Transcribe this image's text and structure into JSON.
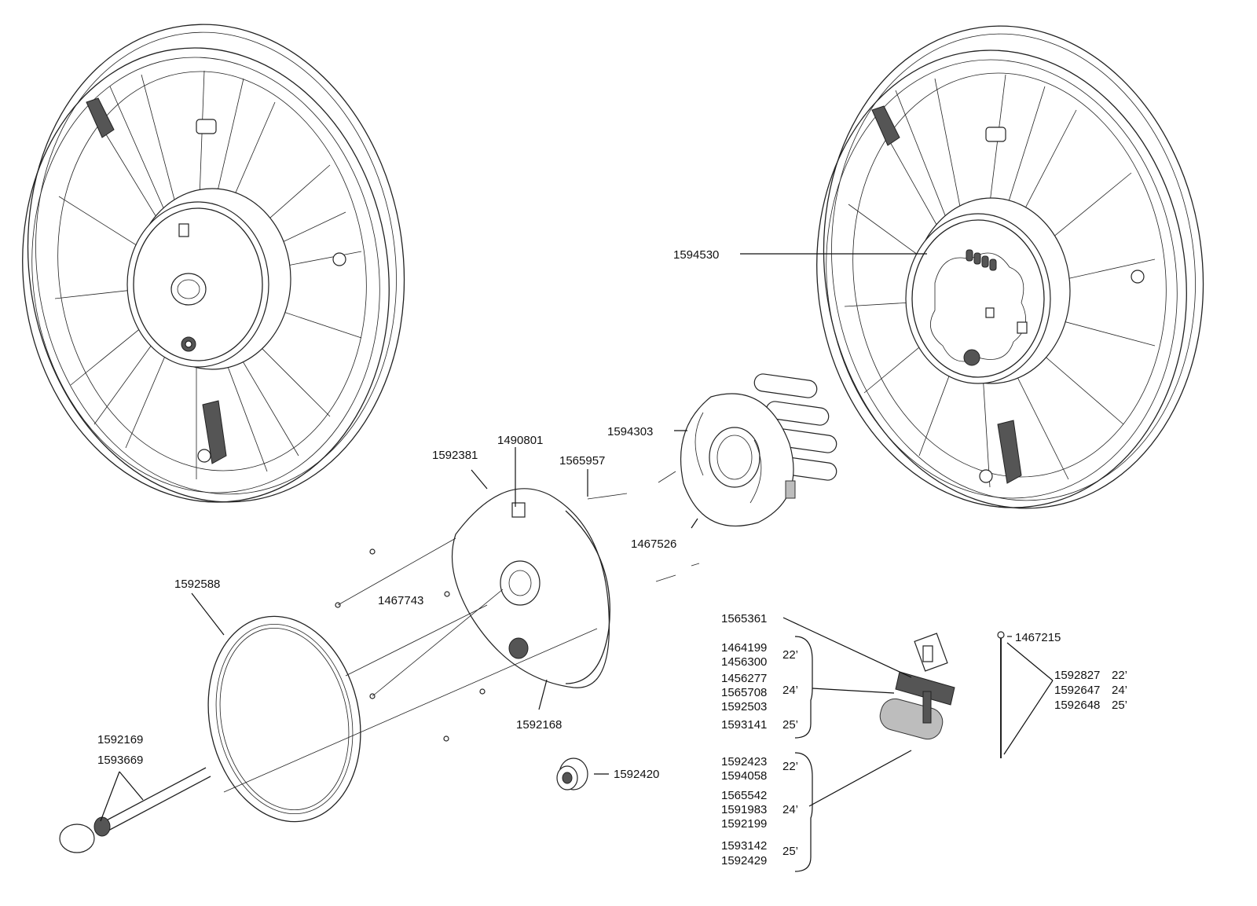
{
  "labels": {
    "p1594530": "1594530",
    "p1594303": "1594303",
    "p1490801": "1490801",
    "p1592381": "1592381",
    "p1565957": "1565957",
    "p1467526": "1467526",
    "p1467743": "1467743",
    "p1592588": "1592588",
    "p1592168": "1592168",
    "p1592169": "1592169",
    "p1593669": "1593669",
    "p1592420": "1592420",
    "p1565361": "1565361",
    "p1467215": "1467215"
  },
  "valve_group": {
    "s22": {
      "parts": [
        "1464199",
        "1456300"
      ],
      "size": "22’"
    },
    "s24": {
      "parts": [
        "1456277",
        "1565708",
        "1592503"
      ],
      "size": "24’"
    },
    "s25": {
      "parts": [
        "1593141"
      ],
      "size": "25’"
    }
  },
  "rim_group": {
    "s22": {
      "parts": [
        "1592423",
        "1594058"
      ],
      "size": "22’"
    },
    "s24": {
      "parts": [
        "1565542",
        "1591983",
        "1592199"
      ],
      "size": "24’"
    },
    "s25": {
      "parts": [
        "1593142",
        "1592429"
      ],
      "size": "25’"
    }
  },
  "spoke_group": [
    {
      "part": "1592827",
      "size": "22’"
    },
    {
      "part": "1592647",
      "size": "24’"
    },
    {
      "part": "1592648",
      "size": "25’"
    }
  ]
}
